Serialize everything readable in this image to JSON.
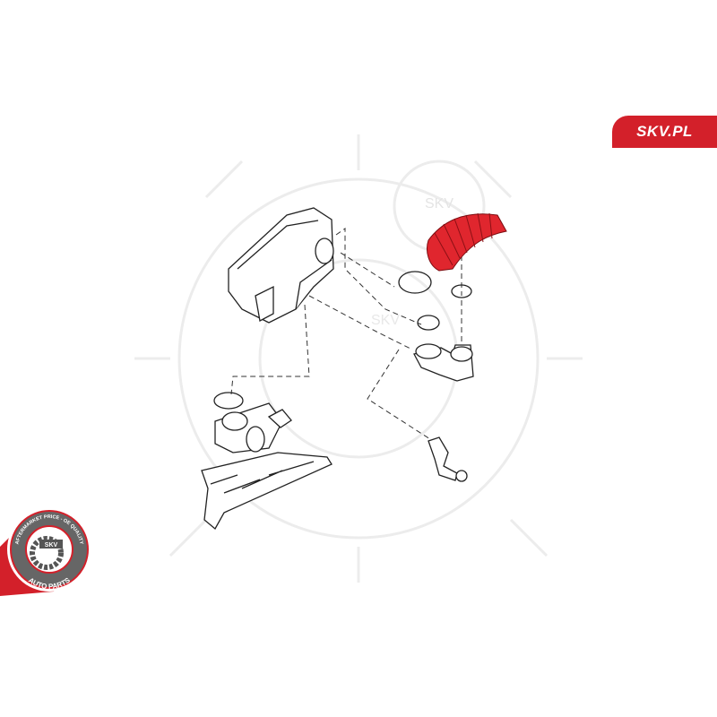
{
  "brand": {
    "site_label": "SKV.PL",
    "accent_color": "#d3202a"
  },
  "watermark": {
    "text": "SKV"
  },
  "seal": {
    "top_text": "AFTERMARKET PRICE - OE QUALITY",
    "center_text": "SKV",
    "bottom_text": "AUTO PARTS"
  },
  "diagram": {
    "highlighted_part": "intake-hose",
    "highlight_color": "#e0262e"
  }
}
